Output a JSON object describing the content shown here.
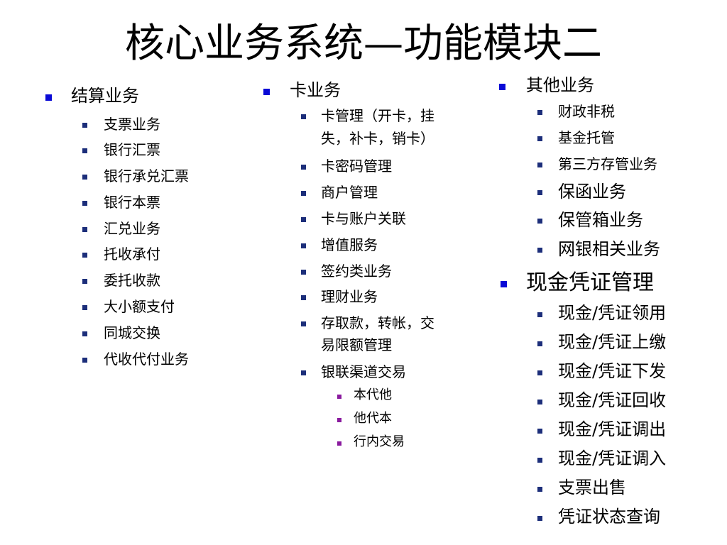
{
  "title": "核心业务系统—功能模块二",
  "col1": {
    "heading": "结算业务",
    "items": [
      "支票业务",
      "银行汇票",
      "银行承兑汇票",
      "银行本票",
      "汇兑业务",
      "托收承付",
      "委托收款",
      "大小额支付",
      "同城交换",
      "代收代付业务"
    ]
  },
  "col2": {
    "heading": "卡业务",
    "items": [
      "卡管理（开卡，挂",
      "失，补卡，销卡）",
      "卡密码管理",
      "商户管理",
      "卡与账户关联",
      "增值服务",
      "签约类业务",
      "理财业务",
      "存取款，转帐，交",
      "易限额管理",
      "银联渠道交易"
    ],
    "subitems": [
      "本代他",
      "他代本",
      "行内交易"
    ]
  },
  "col3": {
    "heading1": "其他业务",
    "items1": [
      "财政非税",
      "基金托管",
      "第三方存管业务",
      "保函业务",
      "保管箱业务",
      "网银相关业务"
    ],
    "heading2": "现金凭证管理",
    "items2": [
      "现金/凭证领用",
      "现金/凭证上缴",
      "现金/凭证下发",
      "现金/凭证回收",
      "现金/凭证调出",
      "现金/凭证调入",
      "支票出售",
      "凭证状态查询"
    ]
  }
}
